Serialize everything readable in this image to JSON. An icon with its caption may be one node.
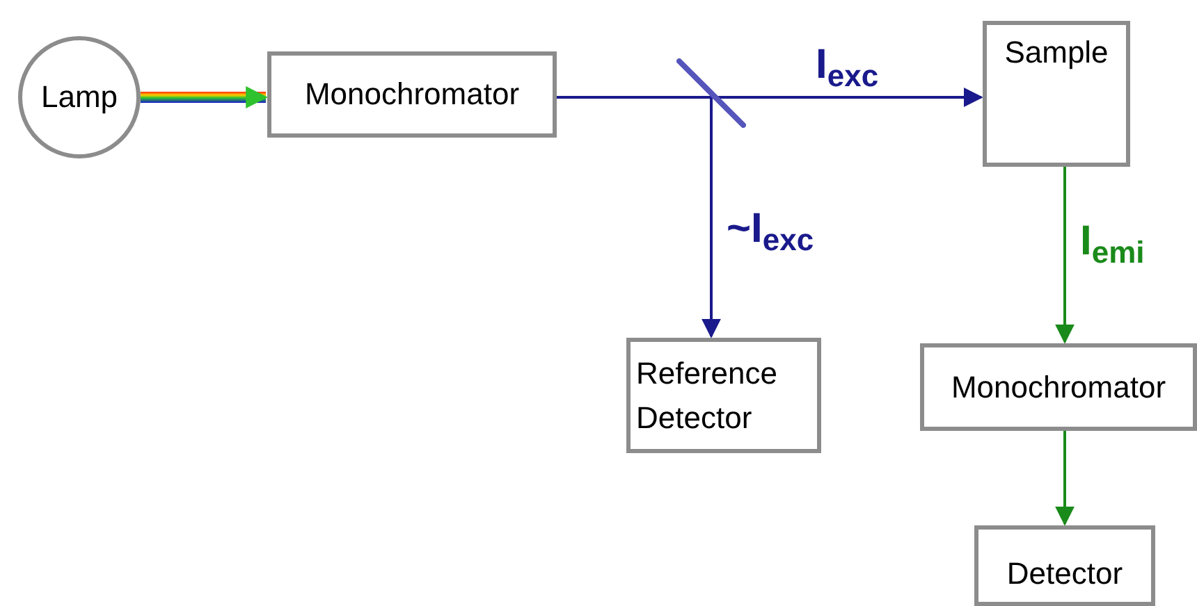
{
  "diagram": {
    "nodes": [
      {
        "text": [
          "Lamp"
        ]
      },
      {
        "text": [
          "Monochromator"
        ]
      },
      {
        "text": [],
        "shape": "bar"
      },
      {
        "text": [
          "Sample"
        ]
      },
      {
        "text": [
          "Reference Detector"
        ]
      },
      {
        "text": [
          "Monochromator"
        ]
      },
      {
        "text": [
          "Detector"
        ]
      }
    ],
    "edges": [
      {
        "from": 0,
        "to": 1,
        "arrow": "to",
        "style": "thick"
      },
      {
        "from": 1,
        "to": 2,
        "arrow": "none"
      },
      {
        "from": 2,
        "to": 3,
        "arrow": "to",
        "label": "I$_{exc}$"
      },
      {
        "from": 2,
        "to": 4,
        "arrow": "to",
        "label": "~I$_{exc}$"
      },
      {
        "from": 3,
        "to": 5,
        "arrow": "to",
        "label": "I$_{emi}$",
        "color": "#1a8a1a"
      },
      {
        "from": 5,
        "to": 6,
        "arrow": "to",
        "color": "#1a8a1a"
      }
    ]
  }
}
